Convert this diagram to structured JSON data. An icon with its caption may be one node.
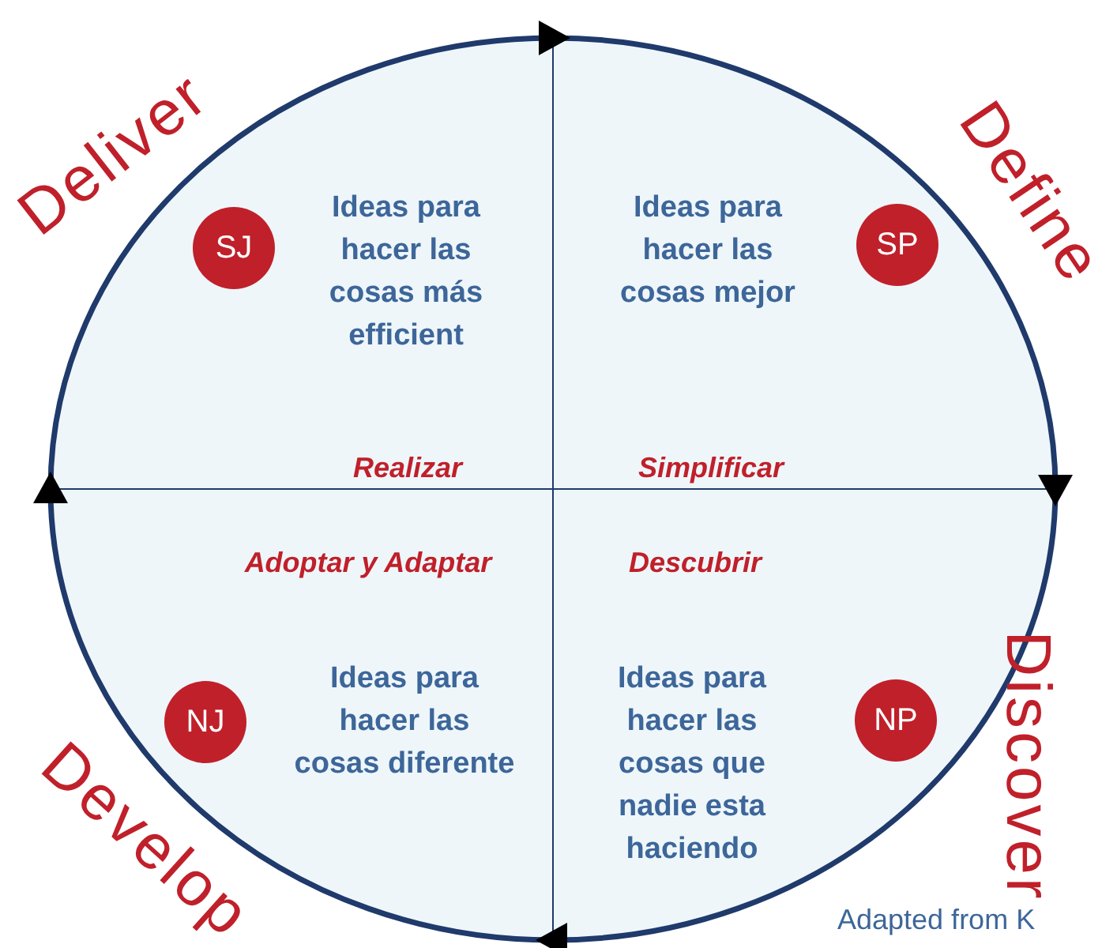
{
  "diagram": {
    "nodes": [
      {
        "text": [],
        "shape": "circle"
      },
      {
        "text": [
          "Ideas para hacer las cosas más efficient",
          "Realizar"
        ],
        "in": 0
      },
      {
        "text": [
          "SJ"
        ],
        "in": 1
      },
      {
        "text": [
          "Ideas para hacer las cosas mejor",
          "Simplificar"
        ],
        "in": 0
      },
      {
        "text": [
          "SP"
        ],
        "in": 3
      },
      {
        "text": [
          "Adoptar y Adaptar",
          "Ideas para hacer las cosas diferente"
        ],
        "in": 0
      },
      {
        "text": [
          "NJ"
        ],
        "in": 5
      },
      {
        "text": [
          "Descubrir",
          "Ideas para hacer las cosas que nadie esta haciendo"
        ],
        "in": 0
      },
      {
        "text": [
          "NP"
        ],
        "in": 7
      }
    ],
    "edges": [],
    "labels": [
      "Deliver",
      "Define",
      "Develop",
      "Discover",
      "Adapted from K"
    ]
  }
}
